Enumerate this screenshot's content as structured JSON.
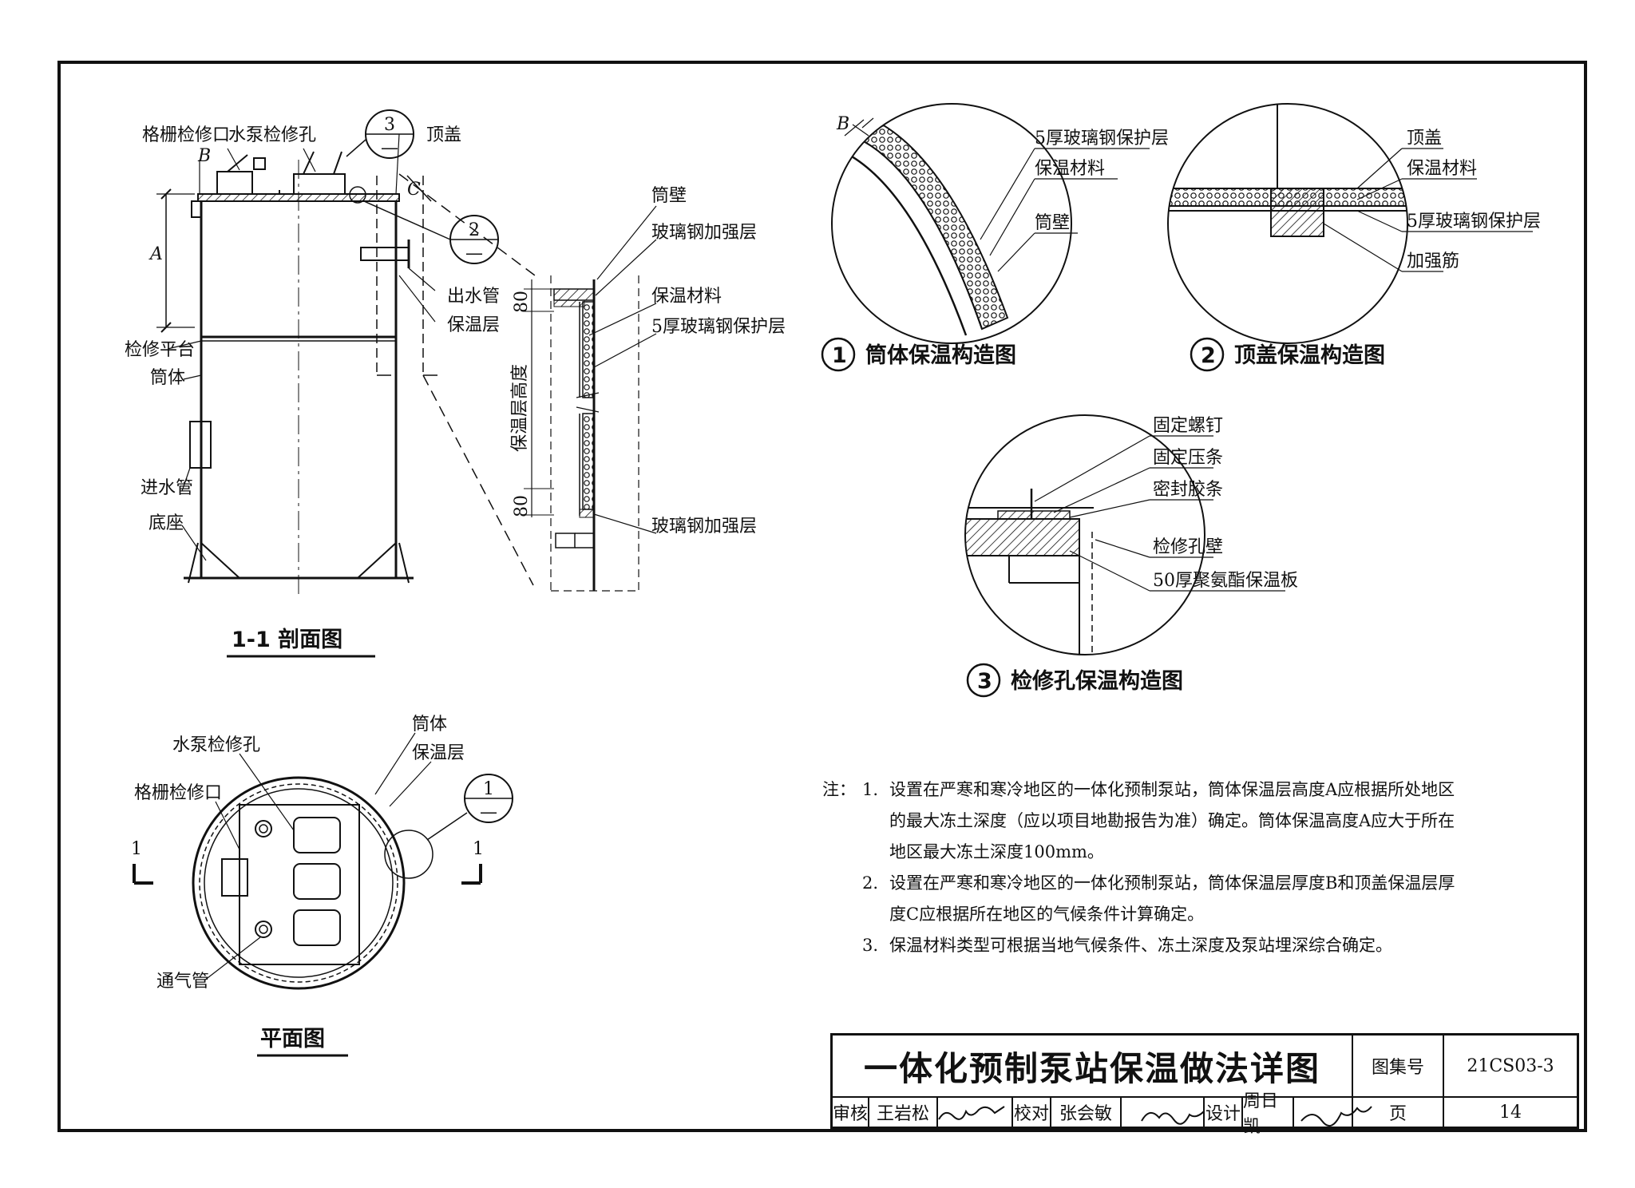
{
  "section_view": {
    "caption": "1-1  剖面图",
    "labels": {
      "grate_port": "格栅检修口",
      "pump_hole": "水泵检修孔",
      "top_cover": "顶盖",
      "outlet_pipe": "出水管",
      "insulation_layer": "保温层",
      "platform": "检修平台",
      "shell": "筒体",
      "inlet_pipe": "进水管",
      "base": "底座",
      "dim_a": "A",
      "dim_b": "B",
      "dim_c": "C",
      "ref_3": "3",
      "ref_2": "2",
      "ref_dash": "—"
    }
  },
  "wall_detail": {
    "labels": {
      "wall": "筒壁",
      "frp_reinforce_top": "玻璃钢加强层",
      "insulation_material": "保温材料",
      "frp_protect": "5厚玻璃钢保护层",
      "frp_reinforce_bottom": "玻璃钢加强层",
      "dim_80_top": "80",
      "dim_80_bottom": "80",
      "height_label": "保温层高度"
    }
  },
  "plan_view": {
    "caption": "平面图",
    "labels": {
      "shell": "筒体",
      "pump_hole": "水泵检修孔",
      "insulation_layer": "保温层",
      "grate_port": "格栅检修口",
      "vent_pipe": "通气管",
      "section_mark": "1",
      "ref_1": "1"
    }
  },
  "detail_1": {
    "number": "1",
    "caption": "筒体保温构造图",
    "labels": {
      "frp_protect": "5厚玻璃钢保护层",
      "insulation_material": "保温材料",
      "wall": "筒壁",
      "dim_b": "B"
    }
  },
  "detail_2": {
    "number": "2",
    "caption": "顶盖保温构造图",
    "labels": {
      "top_cover": "顶盖",
      "insulation_material": "保温材料",
      "frp_protect": "5厚玻璃钢保护层",
      "rib": "加强筋"
    }
  },
  "detail_3": {
    "number": "3",
    "caption": "检修孔保温构造图",
    "labels": {
      "screw": "固定螺钉",
      "strip": "固定压条",
      "sealant": "密封胶条",
      "hole_wall": "检修孔壁",
      "pu_board": "50厚聚氨酯保温板"
    }
  },
  "notes": {
    "prefix": "注：",
    "items": [
      {
        "num": "1.",
        "lines": [
          "设置在严寒和寒冷地区的一体化预制泵站，筒体保温层高度A应根据所处地区",
          "的最大冻土深度（应以项目地勘报告为准）确定。筒体保温高度A应大于所在",
          "地区最大冻土深度100mm。"
        ]
      },
      {
        "num": "2.",
        "lines": [
          "设置在严寒和寒冷地区的一体化预制泵站，筒体保温层厚度B和顶盖保温层厚",
          "度C应根据所在地区的气候条件计算确定。"
        ]
      },
      {
        "num": "3.",
        "lines": [
          "保温材料类型可根据当地气候条件、冻土深度及泵站埋深综合确定。"
        ]
      }
    ]
  },
  "title_block": {
    "title": "一体化预制泵站保温做法详图",
    "atlas_label": "图集号",
    "atlas_no": "21CS03-3",
    "review_label": "审核",
    "reviewer": "王岩松",
    "check_label": "校对",
    "checker": "张会敏",
    "design_label": "设计",
    "designer": "周日凯",
    "page_label": "页",
    "page_no": "14"
  }
}
